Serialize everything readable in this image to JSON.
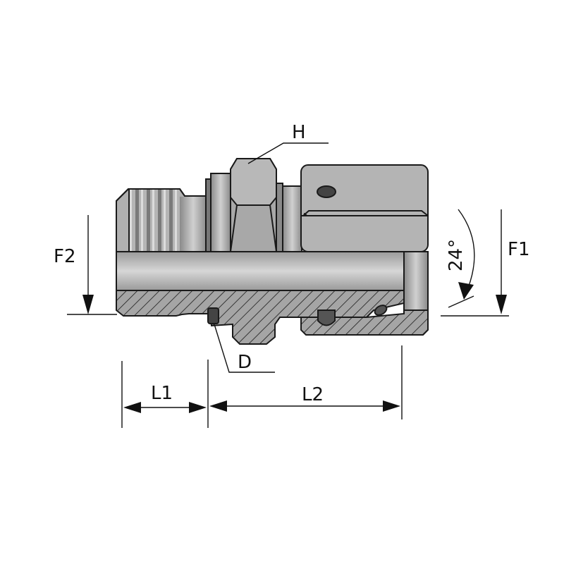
{
  "labels": {
    "hex": "H",
    "seal": "D",
    "f1": "F1",
    "f2": "F2",
    "angle": "24°",
    "l1": "L1",
    "l2": "L2"
  },
  "colors": {
    "body": "#a9a9a9",
    "light": "#c8c8c8",
    "dark": "#5a5a5a",
    "outline": "#1a1a1a"
  }
}
